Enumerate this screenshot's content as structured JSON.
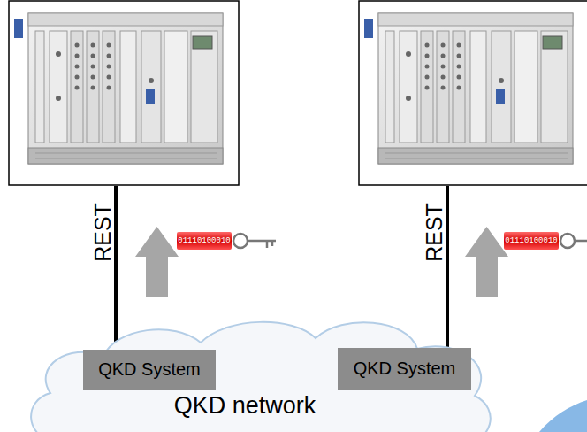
{
  "diagram": {
    "nodes": [
      {
        "text": [
          "QKD network"
        ]
      },
      {
        "text": [
          "QKD System"
        ],
        "in": 0
      },
      {
        "text": [
          "QKD System"
        ],
        "in": 0
      }
    ],
    "labels": [
      "REST",
      "01110100010",
      "REST",
      "01110100010"
    ]
  }
}
